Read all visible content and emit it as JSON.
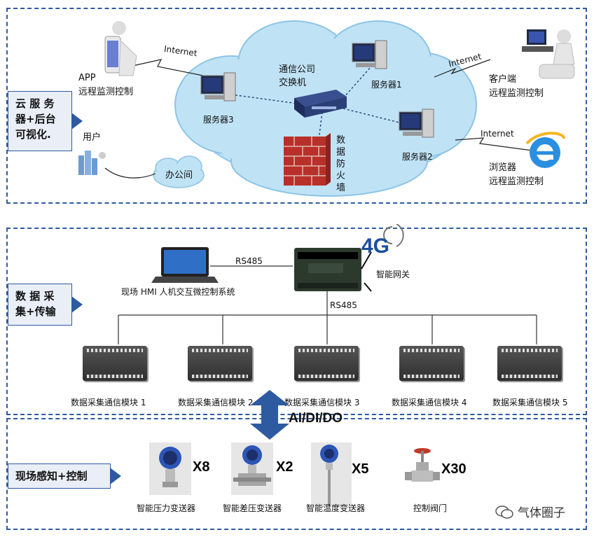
{
  "tiers": {
    "cloud": "云服务器+后台可视化",
    "cloud_lines": [
      "云 服 务",
      "器+后台",
      "可视化."
    ],
    "acquisition_lines": [
      "数 据 采",
      "集+传输"
    ],
    "field": "现场感知+控制"
  },
  "cloud": {
    "app_label": "APP",
    "app_sub": "远程监测控制",
    "internet_left": "Internet",
    "internet_right_top": "Internet",
    "internet_right_bottom": "Internet",
    "switch_label_1": "通信公司",
    "switch_label_2": "交换机",
    "server1": "服务器1",
    "server2": "服务器2",
    "server3": "服务器3",
    "firewall": "数据防火墙",
    "user": "用户",
    "office": "办公间",
    "client_label": "客户端",
    "client_sub": "远程监测控制",
    "browser_label": "浏览器",
    "browser_sub": "远程监测控制"
  },
  "acquisition": {
    "rs485_top": "RS485",
    "rs485_bus": "RS485",
    "hmi_label": "现场 HMI 人机交互微控制系统",
    "gateway_label": "智能网关",
    "g4_label": "4G",
    "modules": [
      "数据采集通信模块 1",
      "数据采集通信模块 2",
      "数据采集通信模块 3",
      "数据采集通信模块 4",
      "数据采集通信模块 5"
    ]
  },
  "io_label": "AI/DI/DO",
  "field": {
    "devices": [
      {
        "name": "智能压力变送器",
        "count": "X8"
      },
      {
        "name": "智能差压变送器",
        "count": "X2"
      },
      {
        "name": "智能温度变送器",
        "count": "X5"
      },
      {
        "name": "控制阀门",
        "count": "X30"
      }
    ]
  },
  "watermark": "气体圈子",
  "colors": {
    "border": "#2e5aa0",
    "cloud": "#bfe2f5",
    "arrow": "#2e5aa0"
  }
}
